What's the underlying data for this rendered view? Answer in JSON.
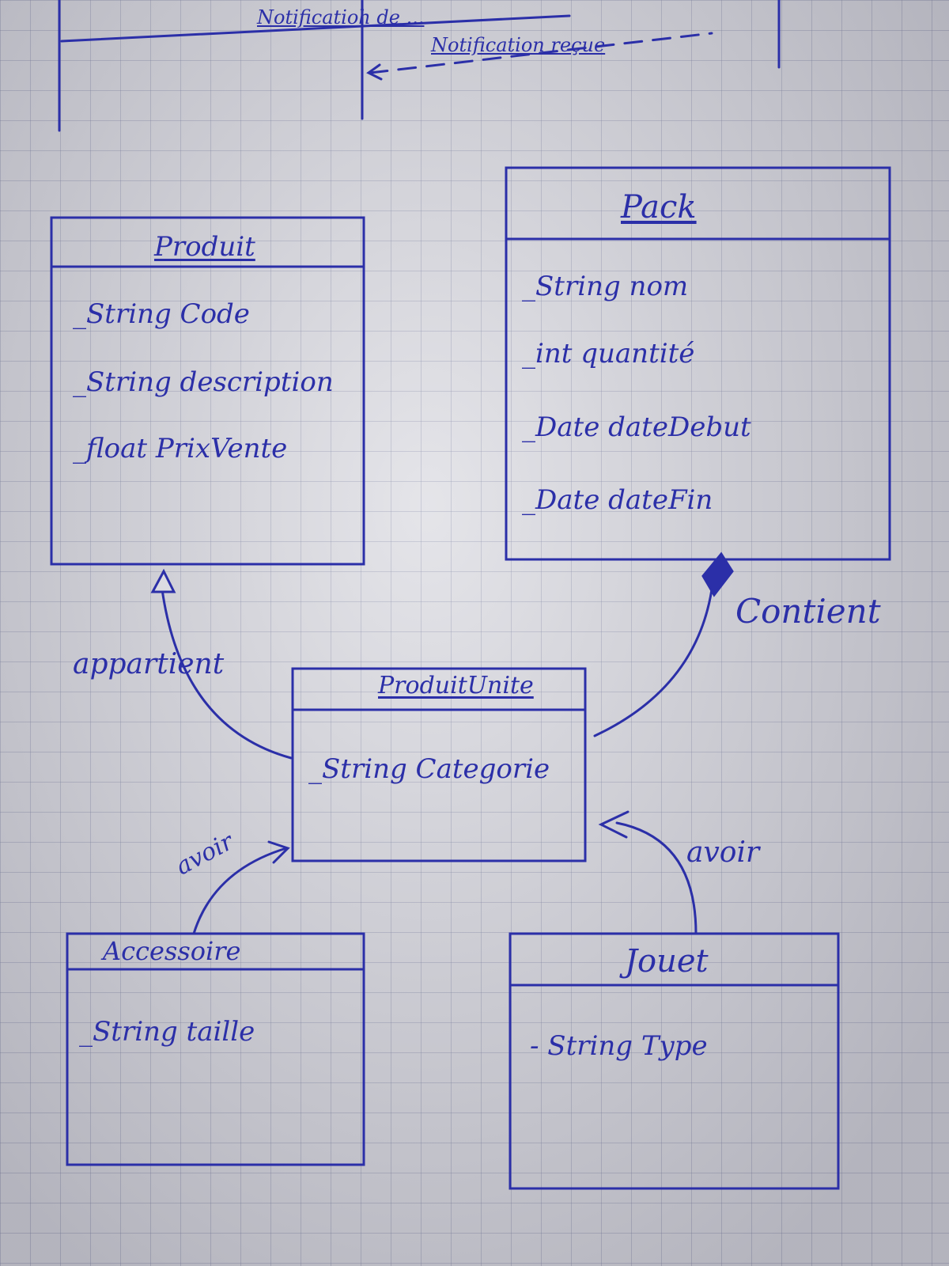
{
  "header": {
    "notification_send": "Notificatioh de ...",
    "notification_received": "Notification reçue"
  },
  "classes": {
    "produit": {
      "name": "Produit",
      "attributes": [
        "_String Code",
        "_String description",
        "_float PrixVente"
      ]
    },
    "pack": {
      "name": "Pack",
      "attributes": [
        "_String nom",
        "_int quantité",
        "_Date dateDebut",
        "_Date dateFin"
      ]
    },
    "produit_unite": {
      "name": "ProduitUnite",
      "attributes": [
        "_String Categorie"
      ]
    },
    "accessoire": {
      "name": "Accessoire",
      "attributes": [
        "_String taille"
      ]
    },
    "jouet": {
      "name": "Jouet",
      "attributes": [
        "- String Type"
      ]
    }
  },
  "relations": {
    "appartient": "appartient",
    "contient": "Contient",
    "avoir_left": "avoir",
    "avoir_right": "avoir"
  },
  "colors": {
    "ink": "#2b2fa8",
    "paper": "#dcdce2",
    "grid": "#787da0"
  }
}
